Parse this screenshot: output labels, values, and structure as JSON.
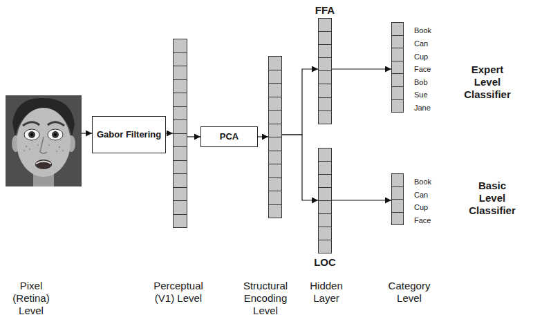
{
  "diagram": {
    "nodes": [
      {
        "text": [
          "Pixel (Retina) Level"
        ]
      },
      {
        "text": [
          "Gabor Filtering"
        ]
      },
      {
        "text": [
          "Perceptual (V1) Level"
        ]
      },
      {
        "text": [
          "PCA"
        ]
      },
      {
        "text": [
          "Structural Encoding Level"
        ]
      },
      {
        "text": [
          "FFA"
        ]
      },
      {
        "text": [
          "LOC"
        ]
      },
      {
        "text": [
          "Book",
          "Can",
          "Cup",
          "Face",
          "Bob",
          "Sue",
          "Jane"
        ]
      },
      {
        "text": [
          "Book",
          "Can",
          "Cup",
          "Face"
        ]
      }
    ],
    "edges": [
      {
        "from": 0,
        "to": 1,
        "arrow": "to"
      },
      {
        "from": 1,
        "to": 2,
        "arrow": "to"
      },
      {
        "from": 2,
        "to": 3,
        "arrow": "to"
      },
      {
        "from": 3,
        "to": 4,
        "arrow": "to"
      },
      {
        "from": 4,
        "to": 5,
        "arrow": "to"
      },
      {
        "from": 4,
        "to": 6,
        "arrow": "to"
      },
      {
        "from": 5,
        "to": 7,
        "arrow": "to"
      },
      {
        "from": 6,
        "to": 8,
        "arrow": "to"
      }
    ],
    "labels": [
      "Hidden Layer",
      "Category Level",
      "Expert Level Classifier",
      "Basic Level Classifier"
    ]
  }
}
